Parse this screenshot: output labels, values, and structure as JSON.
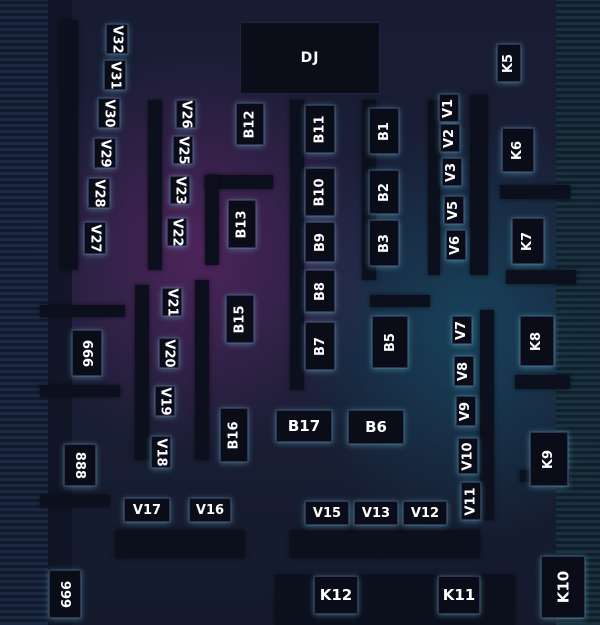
{
  "stage_label": "DJ",
  "booths": {
    "V32": "V32",
    "V31": "V31",
    "V30": "V30",
    "V29": "V29",
    "V28": "V28",
    "V27": "V27",
    "V26": "V26",
    "V25": "V25",
    "V23": "V23",
    "V22": "V22",
    "V21": "V21",
    "V20": "V20",
    "V19": "V19",
    "V18": "V18",
    "V17": "V17",
    "V16": "V16",
    "V15": "V15",
    "V13": "V13",
    "V12": "V12",
    "V11": "V11",
    "V10": "V10",
    "V9": "V9",
    "V8": "V8",
    "V7": "V7",
    "V6": "V6",
    "V5": "V5",
    "V3": "V3",
    "V2": "V2",
    "V1": "V1",
    "B1": "B1",
    "B2": "B2",
    "B3": "B3",
    "B5": "B5",
    "B6": "B6",
    "B7": "B7",
    "B8": "B8",
    "B9": "B9",
    "B10": "B10",
    "B11": "B11",
    "B12": "B12",
    "B13": "B13",
    "B15": "B15",
    "B16": "B16",
    "B17": "B17",
    "K5": "K5",
    "K6": "K6",
    "K7": "K7",
    "K8": "K8",
    "K9": "K9",
    "K10": "K10",
    "K11": "K11",
    "K12": "K12",
    "T666": "666",
    "T888": "888",
    "T999": "999"
  }
}
